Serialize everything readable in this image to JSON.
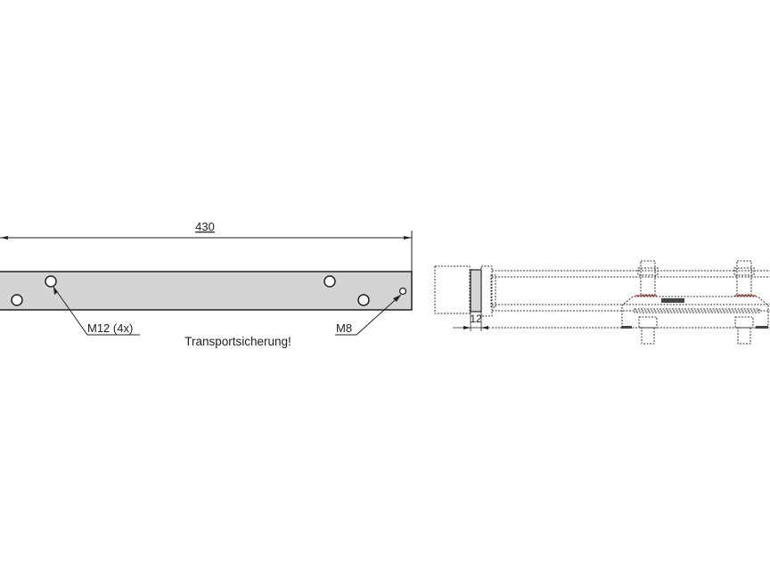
{
  "drawing": {
    "overall_length": "430",
    "thread_large": "M12 (4x)",
    "thread_small": "M8",
    "note": "Transportsicherung!",
    "side_thickness": "12"
  },
  "colors": {
    "bar_fill": "#d4d4d4",
    "line": "#222222",
    "accent_red": "#d0302a"
  }
}
